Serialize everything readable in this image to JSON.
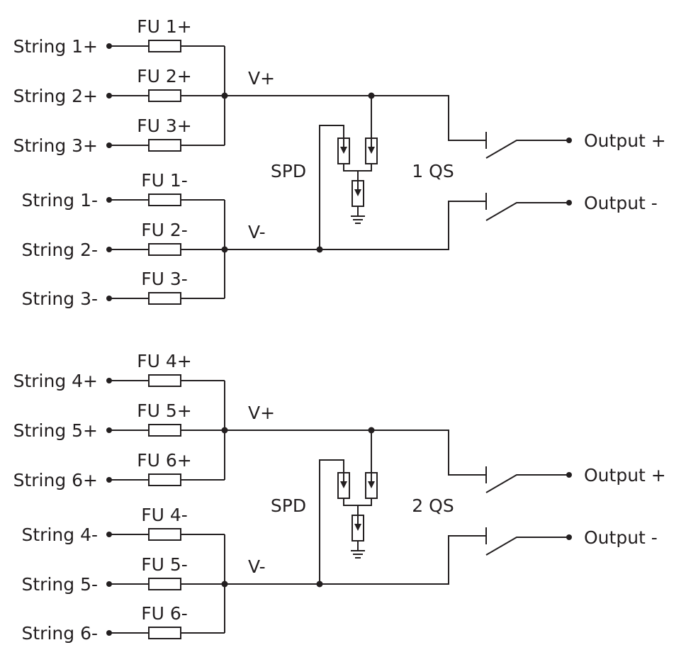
{
  "colors": {
    "line": "#231f20",
    "background": "#ffffff"
  },
  "blocks": [
    {
      "strings_pos": [
        "String 1+",
        "String 2+",
        "String 3+"
      ],
      "fuses_pos": [
        "FU 1+",
        "FU 2+",
        "FU 3+"
      ],
      "strings_neg": [
        "String 1-",
        "String 2-",
        "String 3-"
      ],
      "fuses_neg": [
        "FU 1-",
        "FU 2-",
        "FU 3-"
      ],
      "bus_pos": "V+",
      "bus_neg": "V-",
      "spd": "SPD",
      "switch": "1 QS",
      "output_pos": "Output +",
      "output_neg": "Output -"
    },
    {
      "strings_pos": [
        "String 4+",
        "String 5+",
        "String 6+"
      ],
      "fuses_pos": [
        "FU 4+",
        "FU 5+",
        "FU 6+"
      ],
      "strings_neg": [
        "String 4-",
        "String 5-",
        "String 6-"
      ],
      "fuses_neg": [
        "FU 4-",
        "FU 5-",
        "FU 6-"
      ],
      "bus_pos": "V+",
      "bus_neg": "V-",
      "spd": "SPD",
      "switch": "2 QS",
      "output_pos": "Output +",
      "output_neg": "Output -"
    }
  ]
}
